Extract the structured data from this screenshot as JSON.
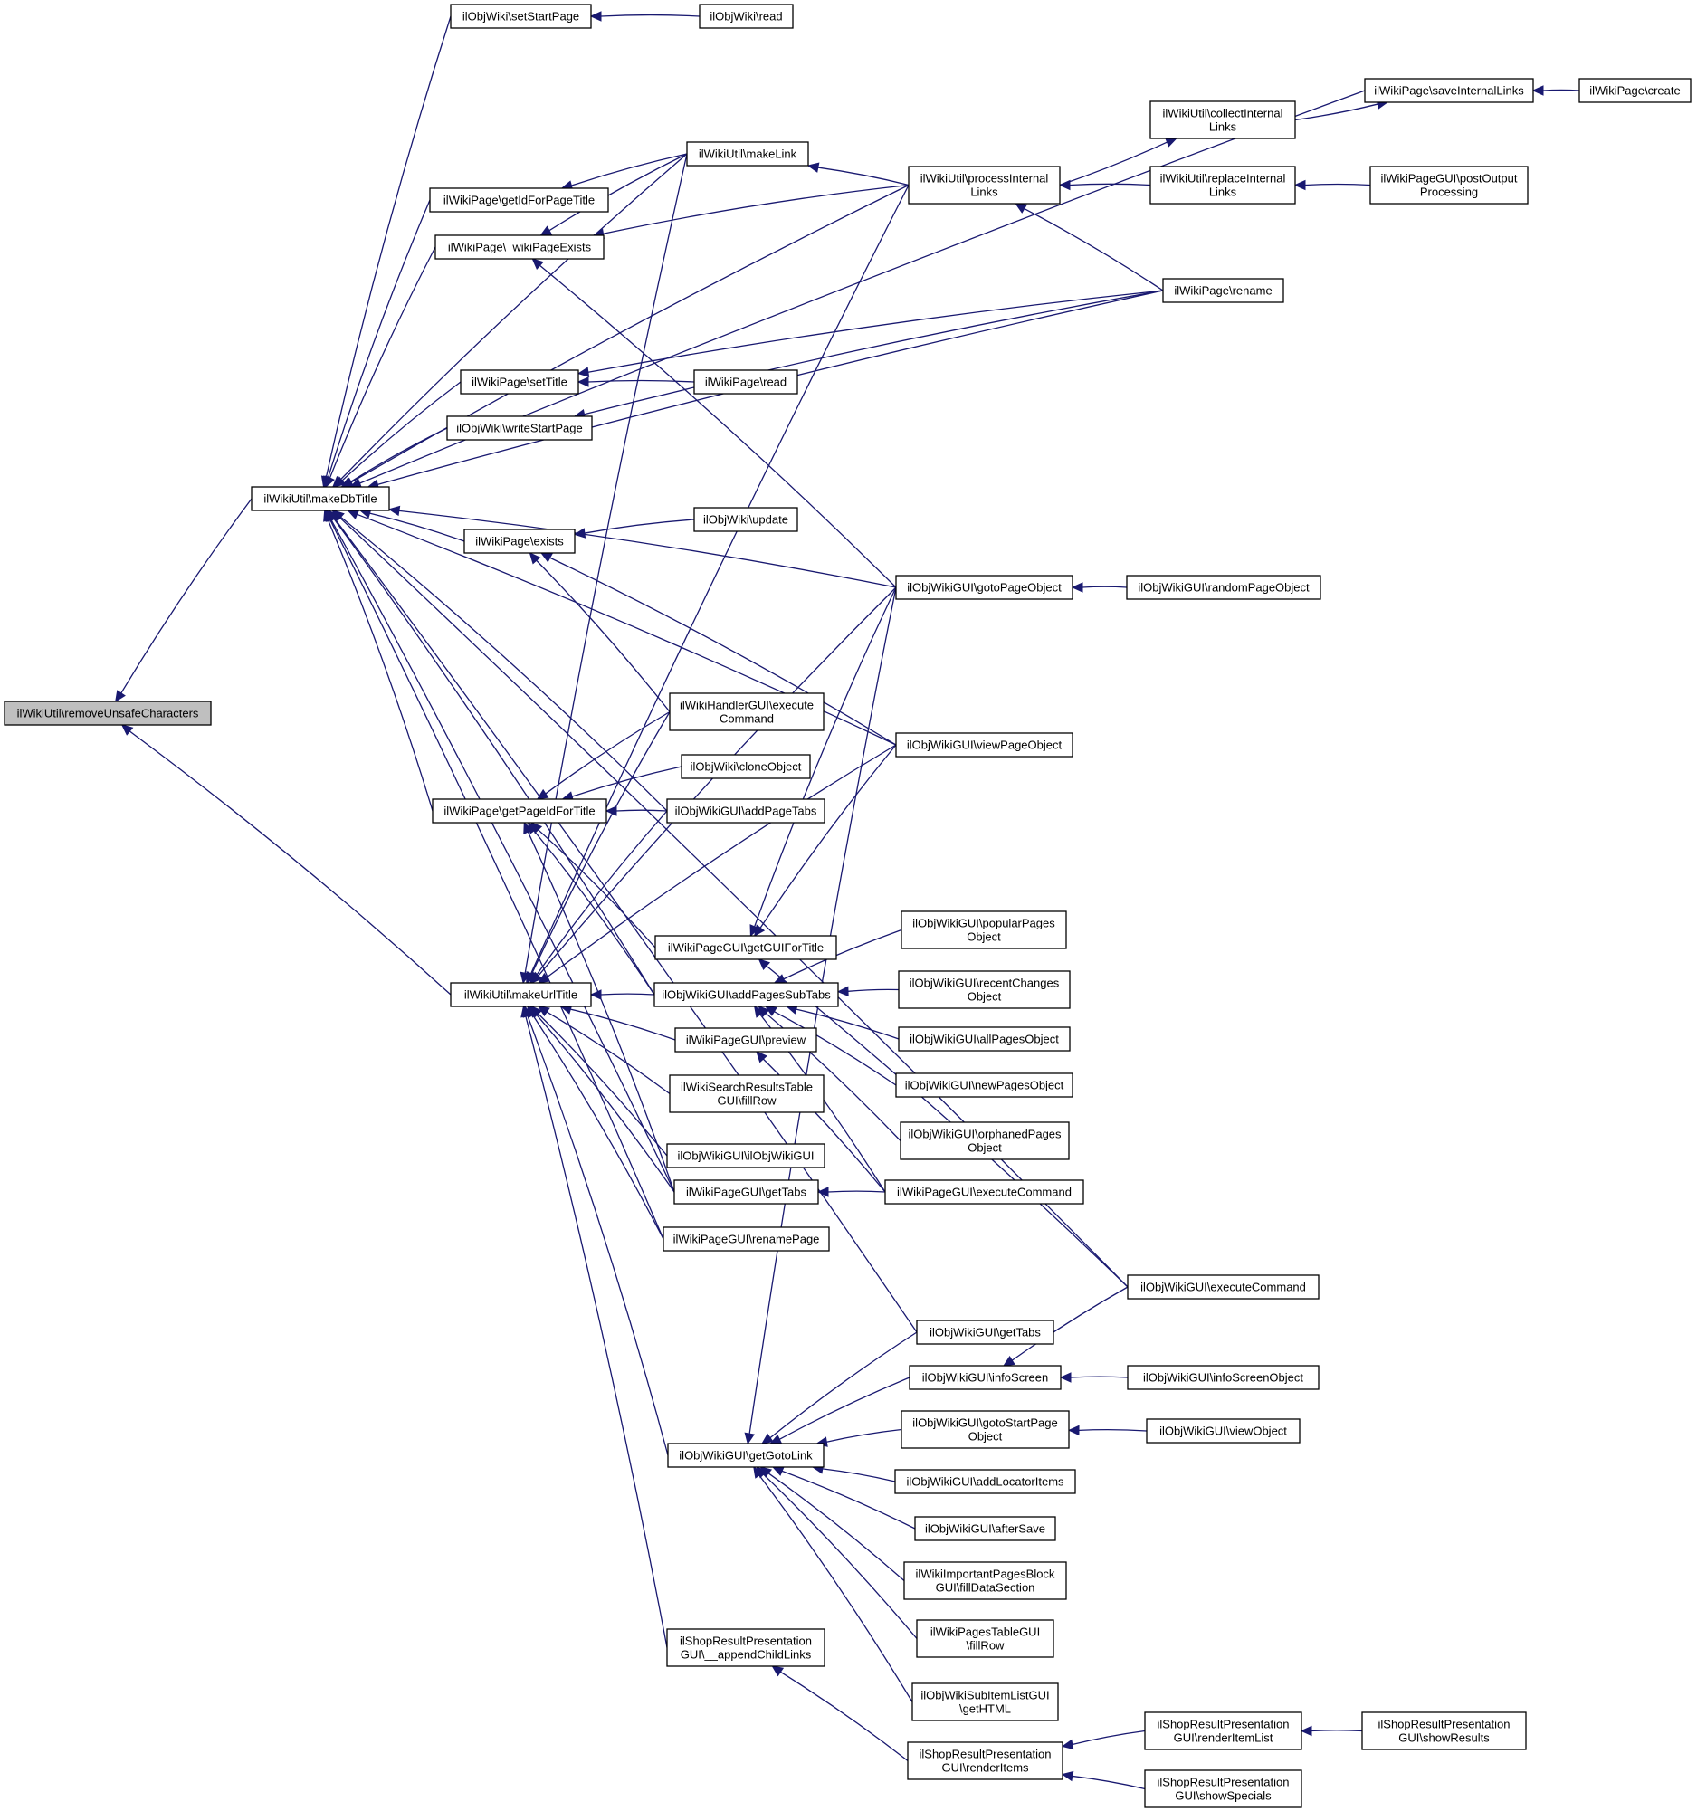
{
  "diagram": {
    "type": "call-graph",
    "colors": {
      "edge": "#191970",
      "node_border": "#000000",
      "root_fill": "#bfbfbf",
      "node_fill": "#ffffff"
    },
    "nodes": [
      {
        "id": "removeUnsafe",
        "lines": [
          "ilWikiUtil\\removeUnsafeCharacters"
        ],
        "root": true
      },
      {
        "id": "makeDbTitle",
        "lines": [
          "ilWikiUtil\\makeDbTitle"
        ]
      },
      {
        "id": "makeUrlTitle",
        "lines": [
          "ilWikiUtil\\makeUrlTitle"
        ]
      },
      {
        "id": "setStartPage",
        "lines": [
          "ilObjWiki\\setStartPage"
        ]
      },
      {
        "id": "objWikiRead",
        "lines": [
          "ilObjWiki\\read"
        ]
      },
      {
        "id": "saveInternalLinks",
        "lines": [
          "ilWikiPage\\saveInternalLinks"
        ]
      },
      {
        "id": "pageCreate",
        "lines": [
          "ilWikiPage\\create"
        ]
      },
      {
        "id": "collectInternal",
        "lines": [
          "ilWikiUtil\\collectInternal",
          "Links"
        ]
      },
      {
        "id": "makeLink",
        "lines": [
          "ilWikiUtil\\makeLink"
        ]
      },
      {
        "id": "processInternal",
        "lines": [
          "ilWikiUtil\\processInternal",
          "Links"
        ]
      },
      {
        "id": "getIdForPageTitle",
        "lines": [
          "ilWikiPage\\getIdForPageTitle"
        ]
      },
      {
        "id": "replaceInternal",
        "lines": [
          "ilWikiUtil\\replaceInternal",
          "Links"
        ]
      },
      {
        "id": "postOutput",
        "lines": [
          "ilWikiPageGUI\\postOutput",
          "Processing"
        ]
      },
      {
        "id": "wikiPageExists",
        "lines": [
          "ilWikiPage\\_wikiPageExists"
        ]
      },
      {
        "id": "rename",
        "lines": [
          "ilWikiPage\\rename"
        ]
      },
      {
        "id": "setTitle",
        "lines": [
          "ilWikiPage\\setTitle"
        ]
      },
      {
        "id": "pageRead",
        "lines": [
          "ilWikiPage\\read"
        ]
      },
      {
        "id": "writeStartPage",
        "lines": [
          "ilObjWiki\\writeStartPage"
        ]
      },
      {
        "id": "exists",
        "lines": [
          "ilWikiPage\\exists"
        ]
      },
      {
        "id": "objWikiUpdate",
        "lines": [
          "ilObjWiki\\update"
        ]
      },
      {
        "id": "gotoPageObject",
        "lines": [
          "ilObjWikiGUI\\gotoPageObject"
        ]
      },
      {
        "id": "randomPageObject",
        "lines": [
          "ilObjWikiGUI\\randomPageObject"
        ]
      },
      {
        "id": "handlerExecute",
        "lines": [
          "ilWikiHandlerGUI\\execute",
          "Command"
        ]
      },
      {
        "id": "viewPageObject",
        "lines": [
          "ilObjWikiGUI\\viewPageObject"
        ]
      },
      {
        "id": "cloneObject",
        "lines": [
          "ilObjWiki\\cloneObject"
        ]
      },
      {
        "id": "getPageIdForTitle",
        "lines": [
          "ilWikiPage\\getPageIdForTitle"
        ]
      },
      {
        "id": "addPageTabs",
        "lines": [
          "ilObjWikiGUI\\addPageTabs"
        ]
      },
      {
        "id": "popularPages",
        "lines": [
          "ilObjWikiGUI\\popularPages",
          "Object"
        ]
      },
      {
        "id": "getGUIForTitle",
        "lines": [
          "ilWikiPageGUI\\getGUIForTitle"
        ]
      },
      {
        "id": "recentChanges",
        "lines": [
          "ilObjWikiGUI\\recentChanges",
          "Object"
        ]
      },
      {
        "id": "addPagesSubTabs",
        "lines": [
          "ilObjWikiGUI\\addPagesSubTabs"
        ]
      },
      {
        "id": "allPages",
        "lines": [
          "ilObjWikiGUI\\allPagesObject"
        ]
      },
      {
        "id": "preview",
        "lines": [
          "ilWikiPageGUI\\preview"
        ]
      },
      {
        "id": "newPages",
        "lines": [
          "ilObjWikiGUI\\newPagesObject"
        ]
      },
      {
        "id": "searchFillRow",
        "lines": [
          "ilWikiSearchResultsTable",
          "GUI\\fillRow"
        ]
      },
      {
        "id": "orphanedPages",
        "lines": [
          "ilObjWikiGUI\\orphanedPages",
          "Object"
        ]
      },
      {
        "id": "ilObjWikiGUICtor",
        "lines": [
          "ilObjWikiGUI\\ilObjWikiGUI"
        ]
      },
      {
        "id": "pageGuiGetTabs",
        "lines": [
          "ilWikiPageGUI\\getTabs"
        ]
      },
      {
        "id": "pageGuiExecute",
        "lines": [
          "ilWikiPageGUI\\executeCommand"
        ]
      },
      {
        "id": "renamePage",
        "lines": [
          "ilWikiPageGUI\\renamePage"
        ]
      },
      {
        "id": "objWikiGuiExecute",
        "lines": [
          "ilObjWikiGUI\\executeCommand"
        ]
      },
      {
        "id": "objWikiGuiGetTabs",
        "lines": [
          "ilObjWikiGUI\\getTabs"
        ]
      },
      {
        "id": "infoScreen",
        "lines": [
          "ilObjWikiGUI\\infoScreen"
        ]
      },
      {
        "id": "infoScreenObject",
        "lines": [
          "ilObjWikiGUI\\infoScreenObject"
        ]
      },
      {
        "id": "gotoStartPage",
        "lines": [
          "ilObjWikiGUI\\gotoStartPage",
          "Object"
        ]
      },
      {
        "id": "viewObject",
        "lines": [
          "ilObjWikiGUI\\viewObject"
        ]
      },
      {
        "id": "getGotoLink",
        "lines": [
          "ilObjWikiGUI\\getGotoLink"
        ]
      },
      {
        "id": "addLocatorItems",
        "lines": [
          "ilObjWikiGUI\\addLocatorItems"
        ]
      },
      {
        "id": "afterSave",
        "lines": [
          "ilObjWikiGUI\\afterSave"
        ]
      },
      {
        "id": "importantPages",
        "lines": [
          "ilWikiImportantPagesBlock",
          "GUI\\fillDataSection"
        ]
      },
      {
        "id": "pagesTableFillRow",
        "lines": [
          "ilWikiPagesTableGUI",
          "\\fillRow"
        ]
      },
      {
        "id": "appendChildLinks",
        "lines": [
          "ilShopResultPresentation",
          "GUI\\__appendChildLinks"
        ]
      },
      {
        "id": "subItemGetHTML",
        "lines": [
          "ilObjWikiSubItemListGUI",
          "\\getHTML"
        ]
      },
      {
        "id": "renderItemList",
        "lines": [
          "ilShopResultPresentation",
          "GUI\\renderItemList"
        ]
      },
      {
        "id": "showResults",
        "lines": [
          "ilShopResultPresentation",
          "GUI\\showResults"
        ]
      },
      {
        "id": "renderItems",
        "lines": [
          "ilShopResultPresentation",
          "GUI\\renderItems"
        ]
      },
      {
        "id": "showSpecials",
        "lines": [
          "ilShopResultPresentation",
          "GUI\\showSpecials"
        ]
      }
    ],
    "edges": [
      [
        "makeDbTitle",
        "removeUnsafe"
      ],
      [
        "makeUrlTitle",
        "removeUnsafe"
      ],
      [
        "setStartPage",
        "makeDbTitle"
      ],
      [
        "objWikiRead",
        "setStartPage"
      ],
      [
        "saveInternalLinks",
        "makeDbTitle"
      ],
      [
        "pageCreate",
        "saveInternalLinks"
      ],
      [
        "collectInternal",
        "saveInternalLinks"
      ],
      [
        "processInternal",
        "collectInternal"
      ],
      [
        "makeLink",
        "makeDbTitle"
      ],
      [
        "processInternal",
        "makeLink"
      ],
      [
        "processInternal",
        "makeDbTitle"
      ],
      [
        "replaceInternal",
        "processInternal"
      ],
      [
        "rename",
        "processInternal"
      ],
      [
        "postOutput",
        "replaceInternal"
      ],
      [
        "getIdForPageTitle",
        "makeDbTitle"
      ],
      [
        "makeLink",
        "getIdForPageTitle"
      ],
      [
        "wikiPageExists",
        "makeDbTitle"
      ],
      [
        "makeLink",
        "wikiPageExists"
      ],
      [
        "processInternal",
        "wikiPageExists"
      ],
      [
        "gotoPageObject",
        "wikiPageExists"
      ],
      [
        "rename",
        "makeDbTitle"
      ],
      [
        "setTitle",
        "makeDbTitle"
      ],
      [
        "rename",
        "setTitle"
      ],
      [
        "pageRead",
        "setTitle"
      ],
      [
        "writeStartPage",
        "makeDbTitle"
      ],
      [
        "rename",
        "writeStartPage"
      ],
      [
        "gotoPageObject",
        "makeDbTitle"
      ],
      [
        "randomPageObject",
        "gotoPageObject"
      ],
      [
        "exists",
        "makeDbTitle"
      ],
      [
        "objWikiUpdate",
        "exists"
      ],
      [
        "handlerExecute",
        "exists"
      ],
      [
        "viewPageObject",
        "exists"
      ],
      [
        "viewPageObject",
        "makeDbTitle"
      ],
      [
        "addPageTabs",
        "makeDbTitle"
      ],
      [
        "getPageIdForTitle",
        "makeDbTitle"
      ],
      [
        "handlerExecute",
        "getPageIdForTitle"
      ],
      [
        "cloneObject",
        "getPageIdForTitle"
      ],
      [
        "addPageTabs",
        "getPageIdForTitle"
      ],
      [
        "getGUIForTitle",
        "getPageIdForTitle"
      ],
      [
        "addPagesSubTabs",
        "getPageIdForTitle"
      ],
      [
        "pageGuiGetTabs",
        "getPageIdForTitle"
      ],
      [
        "gotoPageObject",
        "getGUIForTitle"
      ],
      [
        "viewPageObject",
        "getGUIForTitle"
      ],
      [
        "objWikiGuiExecute",
        "getGUIForTitle"
      ],
      [
        "addPagesSubTabs",
        "makeDbTitle"
      ],
      [
        "popularPages",
        "addPagesSubTabs"
      ],
      [
        "recentChanges",
        "addPagesSubTabs"
      ],
      [
        "allPages",
        "addPagesSubTabs"
      ],
      [
        "newPages",
        "addPagesSubTabs"
      ],
      [
        "orphanedPages",
        "addPagesSubTabs"
      ],
      [
        "pageGuiExecute",
        "addPagesSubTabs"
      ],
      [
        "pageGuiGetTabs",
        "makeDbTitle"
      ],
      [
        "renamePage",
        "makeDbTitle"
      ],
      [
        "objWikiGuiExecute",
        "makeDbTitle"
      ],
      [
        "objWikiGuiGetTabs",
        "makeDbTitle"
      ],
      [
        "pageGuiExecute",
        "pageGuiGetTabs"
      ],
      [
        "pageGuiExecute",
        "preview"
      ],
      [
        "makeLink",
        "makeUrlTitle"
      ],
      [
        "processInternal",
        "makeUrlTitle"
      ],
      [
        "handlerExecute",
        "makeUrlTitle"
      ],
      [
        "addPageTabs",
        "makeUrlTitle"
      ],
      [
        "gotoPageObject",
        "makeUrlTitle"
      ],
      [
        "viewPageObject",
        "makeUrlTitle"
      ],
      [
        "addPagesSubTabs",
        "makeUrlTitle"
      ],
      [
        "preview",
        "makeUrlTitle"
      ],
      [
        "searchFillRow",
        "makeUrlTitle"
      ],
      [
        "ilObjWikiGUICtor",
        "makeUrlTitle"
      ],
      [
        "pageGuiGetTabs",
        "makeUrlTitle"
      ],
      [
        "renamePage",
        "makeUrlTitle"
      ],
      [
        "getGotoLink",
        "makeUrlTitle"
      ],
      [
        "appendChildLinks",
        "makeUrlTitle"
      ],
      [
        "infoScreen",
        "getGotoLink"
      ],
      [
        "objWikiGuiGetTabs",
        "getGotoLink"
      ],
      [
        "gotoStartPage",
        "getGotoLink"
      ],
      [
        "addLocatorItems",
        "getGotoLink"
      ],
      [
        "afterSave",
        "getGotoLink"
      ],
      [
        "importantPages",
        "getGotoLink"
      ],
      [
        "pagesTableFillRow",
        "getGotoLink"
      ],
      [
        "subItemGetHTML",
        "getGotoLink"
      ],
      [
        "gotoPageObject",
        "getGotoLink"
      ],
      [
        "objWikiGuiExecute",
        "infoScreen"
      ],
      [
        "infoScreenObject",
        "infoScreen"
      ],
      [
        "viewObject",
        "gotoStartPage"
      ],
      [
        "renderItems",
        "appendChildLinks"
      ],
      [
        "renderItemList",
        "renderItems"
      ],
      [
        "showSpecials",
        "renderItems"
      ],
      [
        "showResults",
        "renderItemList"
      ]
    ]
  }
}
